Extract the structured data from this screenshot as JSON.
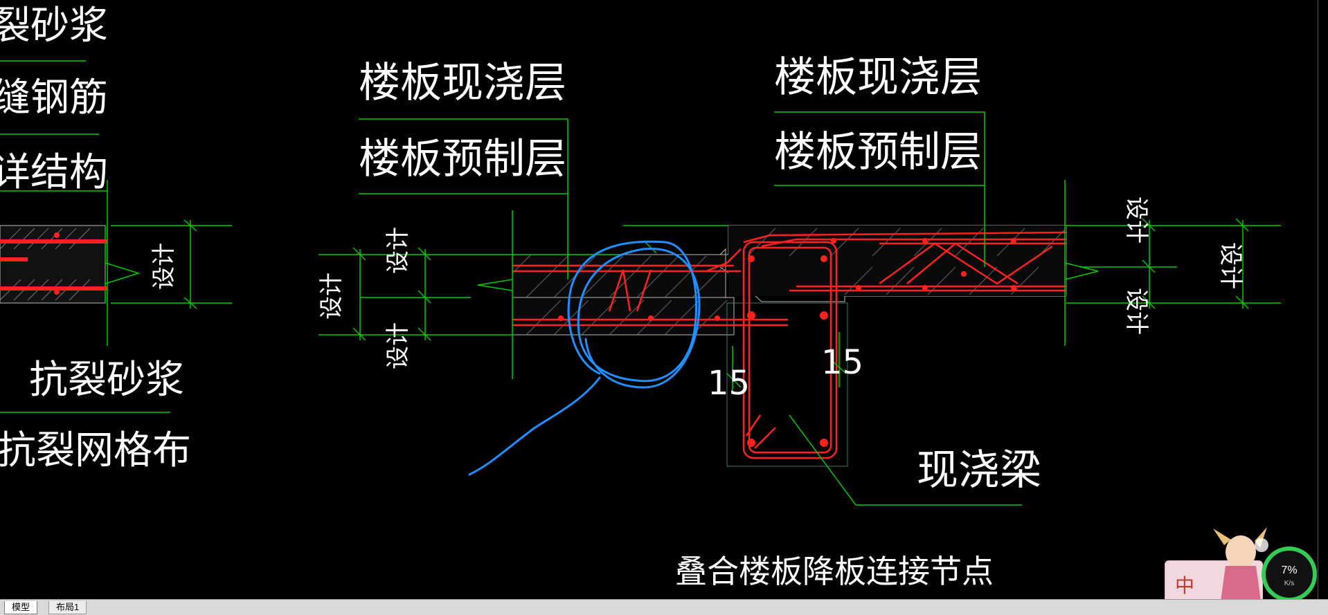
{
  "drawing": {
    "title": "叠合楼板降板连接节点",
    "left_labels": {
      "mortar_top": "裂砂浆",
      "seam_rebar": "缝钢筋",
      "structure": "详结构",
      "mortar": "抗裂砂浆",
      "mesh": "抗裂网格布"
    },
    "mid_labels": {
      "cast_layer": "楼板现浇层",
      "precast_layer": "楼板预制层"
    },
    "right_labels": {
      "cast_layer": "楼板现浇层",
      "precast_layer": "楼板预制层",
      "beam": "现浇梁"
    },
    "dimension_text": "设计",
    "dim_15": "15"
  },
  "tabs": {
    "model": "模型",
    "layout1": "布局1"
  },
  "widget": {
    "percent": "7%",
    "speed": "K/s",
    "ime_char": "中"
  },
  "colors": {
    "background": "#000000",
    "leader": "#00cc00",
    "rebar": "#ff2020",
    "markup": "#1e90ff",
    "text": "#ffffff"
  }
}
